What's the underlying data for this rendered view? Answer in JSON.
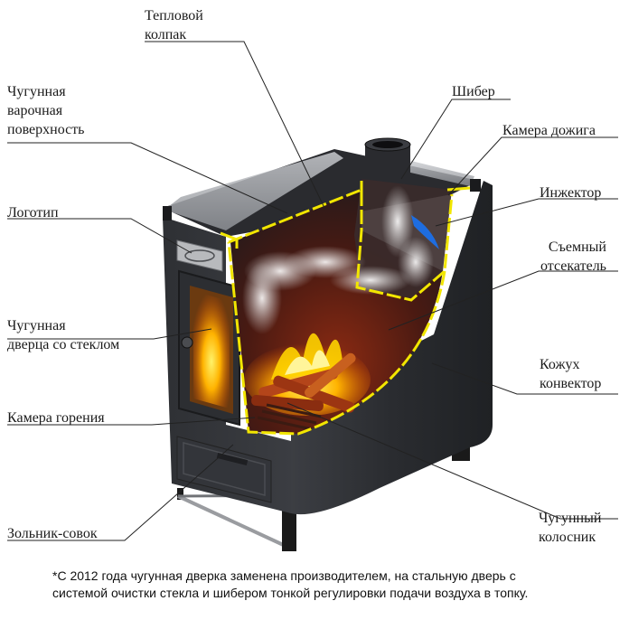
{
  "labels": {
    "teplovoy_kolpak": [
      "Тепловой",
      "колпак"
    ],
    "varochnaya": [
      "Чугунная",
      "варочная",
      "поверхность"
    ],
    "logotip": [
      "Логотип"
    ],
    "dvertsa": [
      "Чугунная",
      "дверца со стеклом"
    ],
    "kamera_goreniya": [
      "Камера горения"
    ],
    "zolnik": [
      "Зольник-совок"
    ],
    "shiber": [
      "Шибер"
    ],
    "kamera_dozhiga": [
      "Камера дожига"
    ],
    "inzhektor": [
      "Инжектор"
    ],
    "otsekatel": [
      "Съемный",
      "отсекатель"
    ],
    "kozhuh": [
      "Кожух",
      "конвектор"
    ],
    "kolosnik": [
      "Чугунный",
      "колосник"
    ]
  },
  "footnote": [
    "*С 2012 года чугунная дверка заменена производителем, на стальную дверь с",
    "системой очистки стекла и шибером тонкой регулировки подачи воздуха в топку."
  ],
  "colors": {
    "body_dark": "#2b2d31",
    "body_mid": "#3a3c41",
    "outline_yellow": "#f2e600",
    "fire": "#ff8a00",
    "smoke": "#e8e8e8",
    "injector_blue": "#1e6de0",
    "leader": "#222222"
  }
}
